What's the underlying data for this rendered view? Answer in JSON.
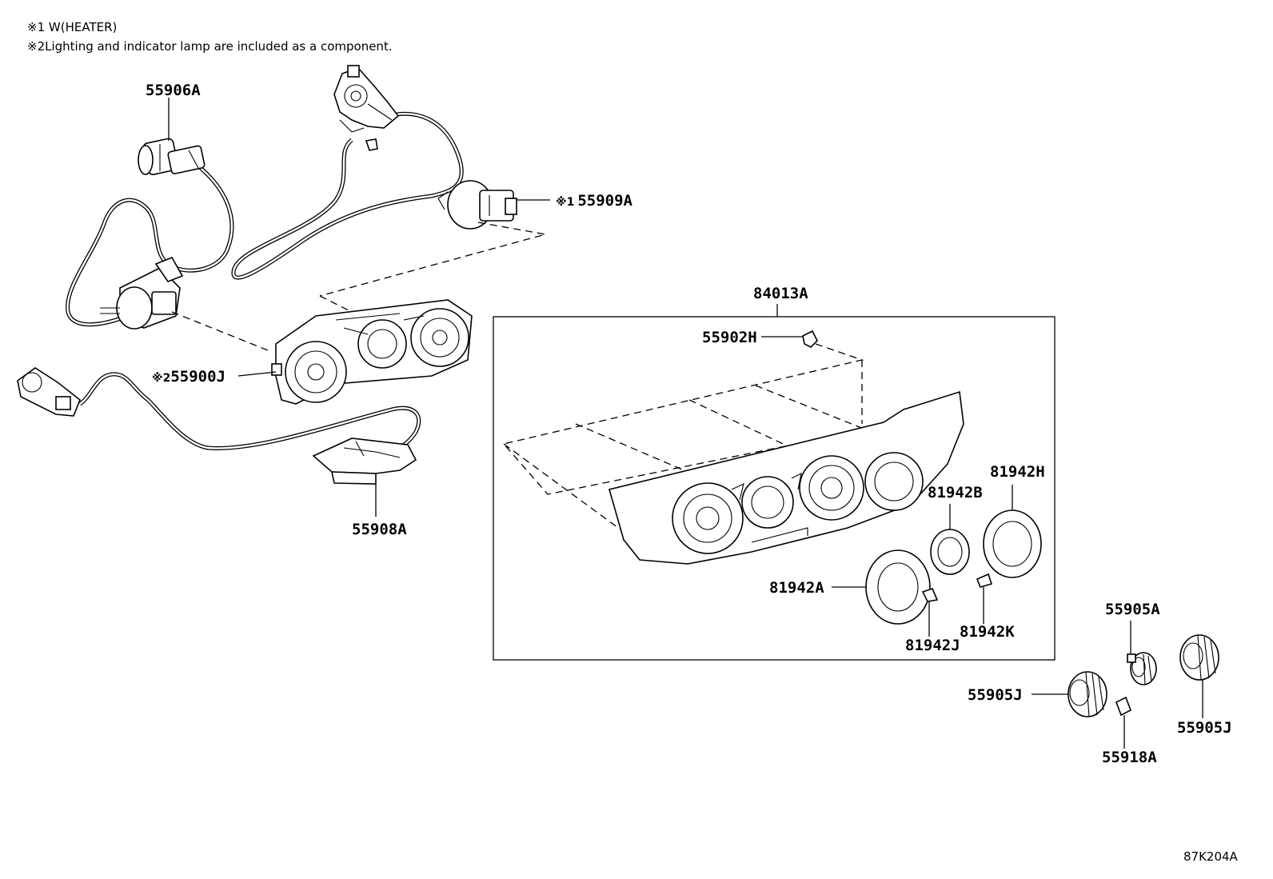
{
  "notes": [
    {
      "mark": "※1",
      "text": "W(HEATER)"
    },
    {
      "mark": "※2",
      "text": "Lighting and indicator lamp are included as a component."
    }
  ],
  "callouts": {
    "p55906A": {
      "mark": "",
      "text": "55906A"
    },
    "p55909A": {
      "mark": "※1",
      "text": "55909A"
    },
    "p55900J": {
      "mark": "※2",
      "text": "55900J"
    },
    "p55908A": {
      "mark": "",
      "text": "55908A"
    },
    "p84013A": {
      "mark": "",
      "text": "84013A"
    },
    "p55902H": {
      "mark": "",
      "text": "55902H"
    },
    "p81942H": {
      "mark": "",
      "text": "81942H"
    },
    "p81942B": {
      "mark": "",
      "text": "81942B"
    },
    "p81942A": {
      "mark": "",
      "text": "81942A"
    },
    "p81942J": {
      "mark": "",
      "text": "81942J"
    },
    "p81942K": {
      "mark": "",
      "text": "81942K"
    },
    "p55905A": {
      "mark": "",
      "text": "55905A"
    },
    "p55905J_left": {
      "mark": "",
      "text": "55905J"
    },
    "p55905J_right": {
      "mark": "",
      "text": "55905J"
    },
    "p55918A": {
      "mark": "",
      "text": "55918A"
    }
  },
  "diagram_code": "87K204A"
}
